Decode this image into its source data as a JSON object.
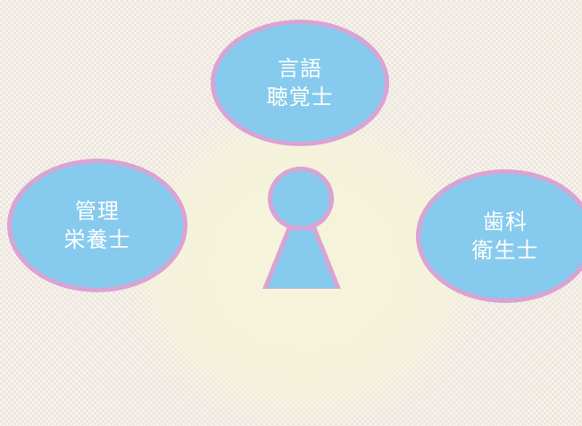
{
  "roles": {
    "top": {
      "line1": "言語",
      "line2": "聴覚士"
    },
    "left": {
      "line1": "管理",
      "line2": "栄養士"
    },
    "right": {
      "line1": "歯科",
      "line2": "衛生士"
    }
  },
  "colors": {
    "bubble_fill": "#86caed",
    "bubble_border": "#d9a3d3",
    "text": "#ffffff",
    "background": "#f7f3ec"
  },
  "icons": [
    "person-icon"
  ]
}
